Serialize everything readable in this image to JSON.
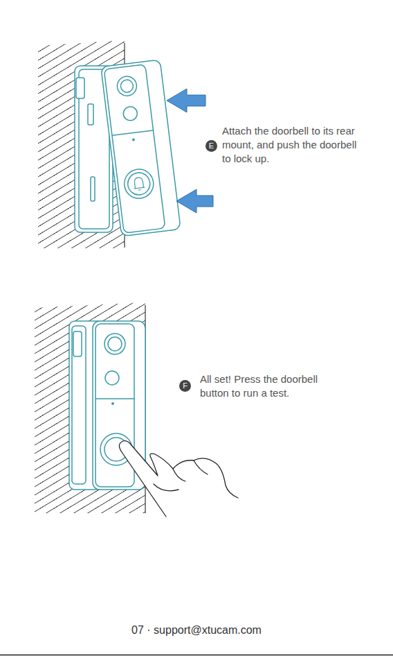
{
  "diagram": {
    "nodes": [
      {
        "text": [
          "E"
        ]
      },
      {
        "text": [
          "F"
        ]
      }
    ],
    "labels": [
      "Attach the doorbell to its rear mount, and push the doorbell to lock up.",
      "All set! Press the doorbell button to run a test.",
      "07 · support@xtucam.com"
    ]
  }
}
